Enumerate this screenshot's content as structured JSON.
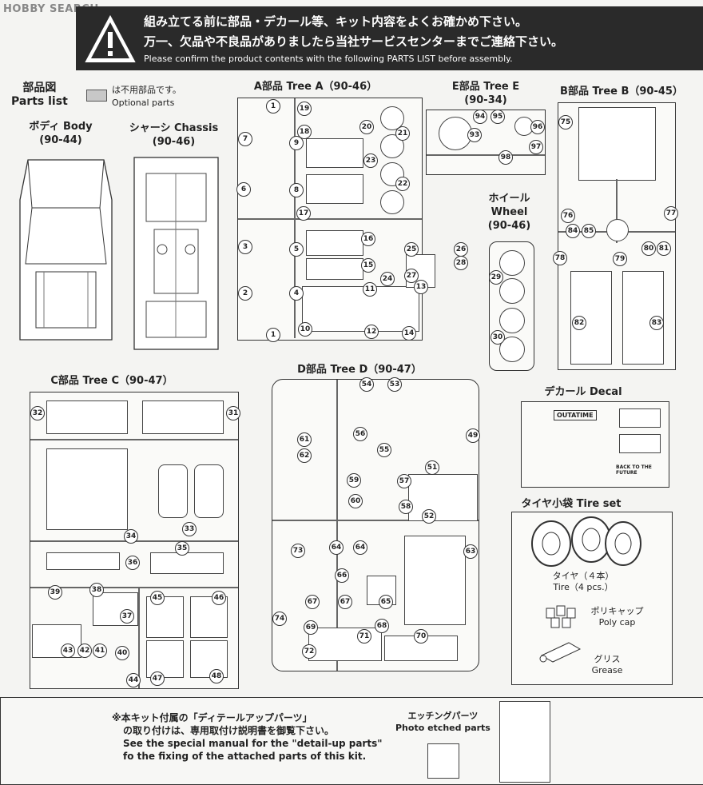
{
  "watermark": "HOBBY SEARCH",
  "banner": {
    "line1": "組み立てる前に部品・デカール等、キット内容をよくお確かめ下さい。",
    "line2": "万一、欠品や不良品がありましたら当社サービスセンターまでご連絡下さい。",
    "line3": "Please confirm the product contents with the following PARTS LIST before assembly."
  },
  "parts_list": {
    "jp": "部品図",
    "en": "Parts list"
  },
  "optional": {
    "jp": "は不用部品です。",
    "en": "Optional parts"
  },
  "body": {
    "label": "ボディ Body",
    "code": "(90-44)"
  },
  "chassis": {
    "label": "シャーシ Chassis",
    "code": "(90-46)"
  },
  "treeA": {
    "label": "A部品 Tree A（90-46）",
    "nums": [
      "1",
      "19",
      "20",
      "21",
      "7",
      "18",
      "9",
      "23",
      "6",
      "8",
      "22",
      "17",
      "3",
      "5",
      "16",
      "25",
      "26",
      "28",
      "15",
      "27",
      "2",
      "4",
      "24",
      "13",
      "11",
      "1",
      "10",
      "12",
      "14"
    ]
  },
  "treeE": {
    "label": "E部品 Tree E",
    "code": "(90-34)",
    "nums": [
      "94",
      "95",
      "96",
      "93",
      "97",
      "98"
    ]
  },
  "treeB": {
    "label": "B部品 Tree B（90-45）",
    "nums": [
      "75",
      "76",
      "77",
      "84",
      "85",
      "78",
      "79",
      "80",
      "81",
      "82",
      "83"
    ]
  },
  "wheel": {
    "jp": "ホイール",
    "en": "Wheel",
    "code": "(90-46)",
    "nums": [
      "29",
      "30"
    ]
  },
  "treeC": {
    "label": "C部品 Tree C（90-47）",
    "nums": [
      "32",
      "31",
      "34",
      "33",
      "35",
      "36",
      "39",
      "38",
      "37",
      "45",
      "46",
      "43",
      "42",
      "41",
      "40",
      "44",
      "47",
      "48"
    ]
  },
  "treeD": {
    "label": "D部品 Tree D（90-47）",
    "nums": [
      "54",
      "53",
      "61",
      "56",
      "55",
      "49",
      "62",
      "51",
      "59",
      "57",
      "60",
      "58",
      "52",
      "73",
      "64",
      "64",
      "63",
      "66",
      "67",
      "67",
      "65",
      "74",
      "69",
      "71",
      "68",
      "72",
      "70"
    ]
  },
  "decal": {
    "label": "デカール Decal",
    "texts": [
      "OUTATIME",
      "BACK TO THE FUTURE"
    ]
  },
  "tireset": {
    "label": "タイヤ小袋 Tire set",
    "tire_jp": "タイヤ（４本）",
    "tire_en": "Tire（4 pcs.）",
    "cap_jp": "ポリキャップ",
    "cap_en": "Poly cap",
    "grease_jp": "グリス",
    "grease_en": "Grease"
  },
  "notice": {
    "l1": "※本キット付属の「ディテールアップパーツ」",
    "l2": "の取り付けは、専用取付け説明書を御覧下さい。",
    "l3": "See the special manual for the \"detail-up parts\"",
    "l4": "fo the fixing of the attached parts of this kit."
  },
  "etched": {
    "jp": "エッチングパーツ",
    "en": "Photo etched parts"
  }
}
